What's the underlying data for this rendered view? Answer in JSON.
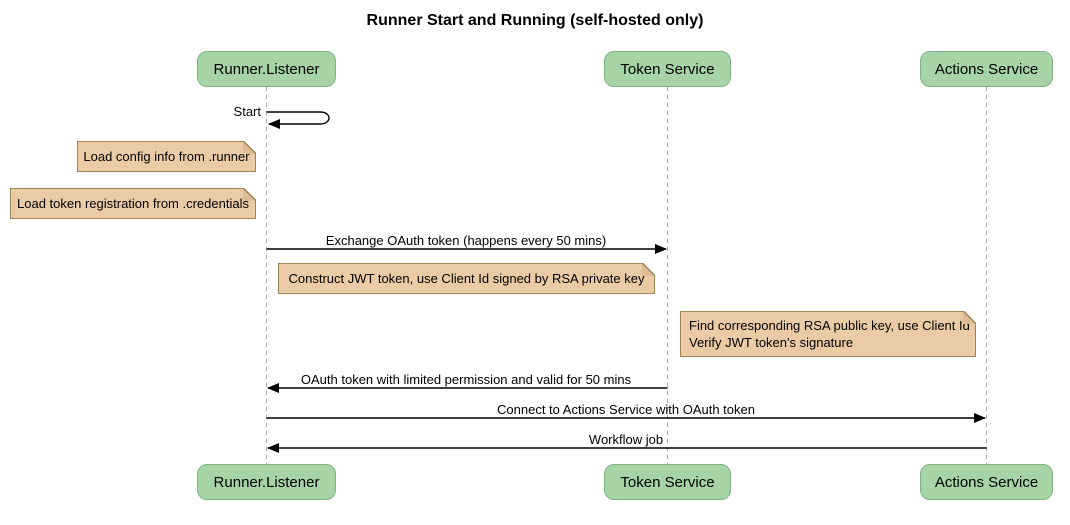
{
  "title": "Runner Start and Running (self-hosted only)",
  "colors": {
    "actor_fill": "#a6d4a7",
    "actor_border": "#81b183",
    "note_fill": "#ebcba6",
    "note_border": "#9e8258",
    "note_fold": "#dfbc93",
    "lifeline": "#a6a6a6",
    "message": "#000000"
  },
  "participants": [
    {
      "name": "Runner.Listener"
    },
    {
      "name": "Token Service"
    },
    {
      "name": "Actions Service"
    }
  ],
  "messages": {
    "start": "Start",
    "exchange": "Exchange OAuth token (happens every 50 mins)",
    "oauth_return": "OAuth token with limited permission and valid for 50 mins",
    "connect": "Connect to Actions Service with OAuth token",
    "workflow": "Workflow job"
  },
  "notes": {
    "load_config": "Load config info from .runner",
    "load_token": "Load token registration from .credentials",
    "construct_jwt": "Construct JWT token, use Client Id signed by RSA private key",
    "find_key_line1": "Find corresponding RSA public key, use Client Id",
    "find_key_line2": "Verify JWT token's signature"
  }
}
